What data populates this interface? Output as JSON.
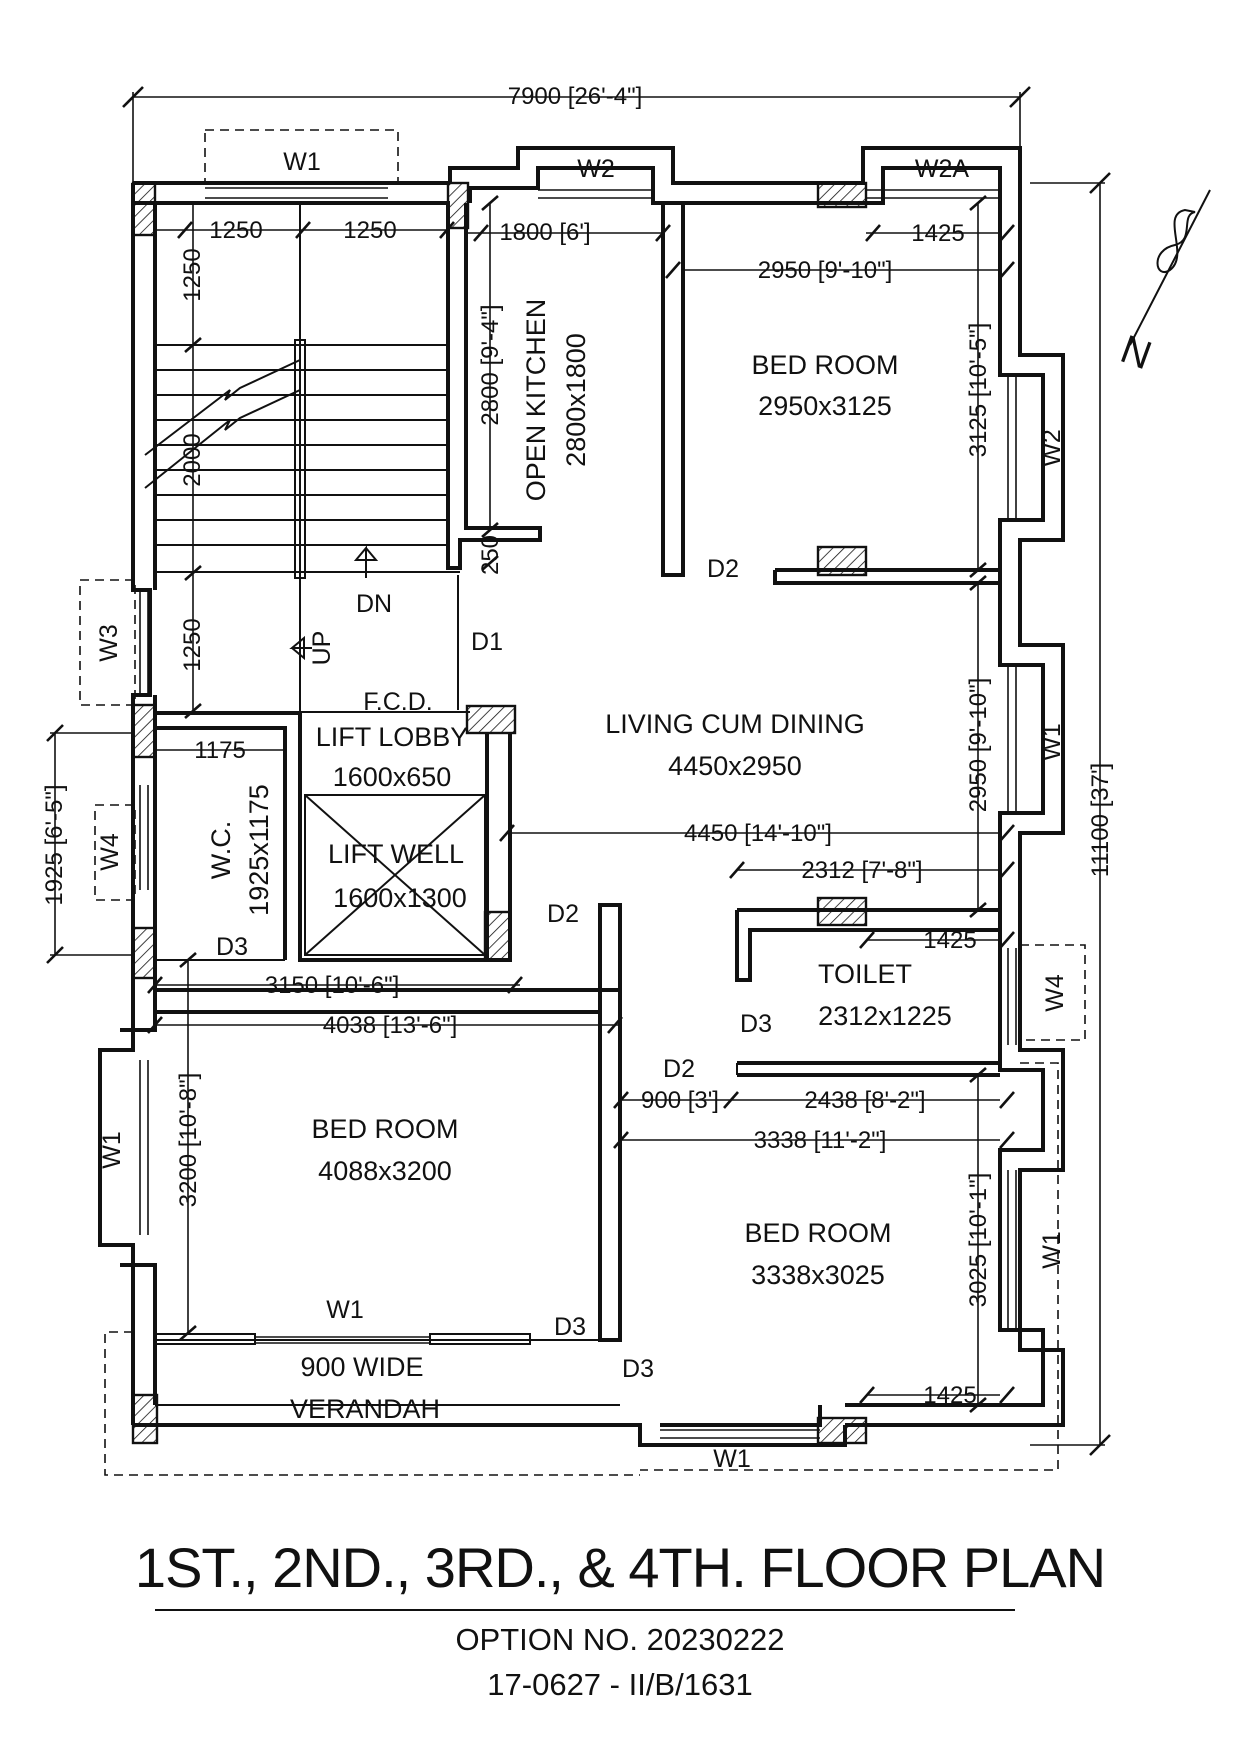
{
  "plan": {
    "overall_width": "7900 [26'-4\"]",
    "overall_height": "11100 [37']",
    "rooms": {
      "bed_room_ne": {
        "name": "BED ROOM",
        "size": "2950x3125"
      },
      "open_kitchen": {
        "name": "OPEN KITCHEN",
        "size": "2800x1800"
      },
      "living": {
        "name": "LIVING CUM DINING",
        "size": "4450x2950"
      },
      "lift_lobby": {
        "name": "LIFT LOBBY",
        "size": "1600x650"
      },
      "lift_well": {
        "name": "LIFT WELL",
        "size": "1600x1300"
      },
      "wc": {
        "name": "W.C.",
        "size": "1925x1175"
      },
      "toilet": {
        "name": "TOILET",
        "size": "2312x1225"
      },
      "bed_room_sw": {
        "name": "BED ROOM",
        "size": "4088x3200"
      },
      "bed_room_se": {
        "name": "BED ROOM",
        "size": "3338x3025"
      },
      "verandah": {
        "line1": "900 WIDE",
        "line2": "VERANDAH"
      }
    },
    "labels": {
      "fcd": "F.C.D.",
      "dn": "DN",
      "up": "UP"
    },
    "doors": {
      "d1": "D1",
      "d2": "D2",
      "d3": "D3"
    },
    "windows": {
      "w1": "W1",
      "w2": "W2",
      "w2a": "W2A",
      "w3": "W3",
      "w4": "W4"
    },
    "dims": {
      "d1250": "1250",
      "d2000": "2000",
      "d1800": "1800 [6']",
      "d2800": "2800 [9'-4\"]",
      "d250": "250",
      "d1425": "1425",
      "d2950w": "2950 [9'-10\"]",
      "d3125": "3125 [10'-5\"]",
      "d2950h": "2950 [9'-10\"]",
      "d4450": "4450 [14'-10\"]",
      "d2312": "2312 [7'-8\"]",
      "d1175": "1175",
      "d1925": "1925 [6'-5\"]",
      "d3150": "3150 [10'-6\"]",
      "d4038": "4038 [13'-6\"]",
      "d900": "900 [3']",
      "d2438": "2438 [8'-2\"]",
      "d3338": "3338 [11'-2\"]",
      "d3200": "3200 [10'-8\"]",
      "d3025": "3025 [10'-1\"]"
    }
  },
  "title_block": {
    "title": "1ST., 2ND., 3RD., & 4TH. FLOOR PLAN",
    "option": "OPTION NO. 20230222",
    "reference": "17-0627 - II/B/1631"
  }
}
